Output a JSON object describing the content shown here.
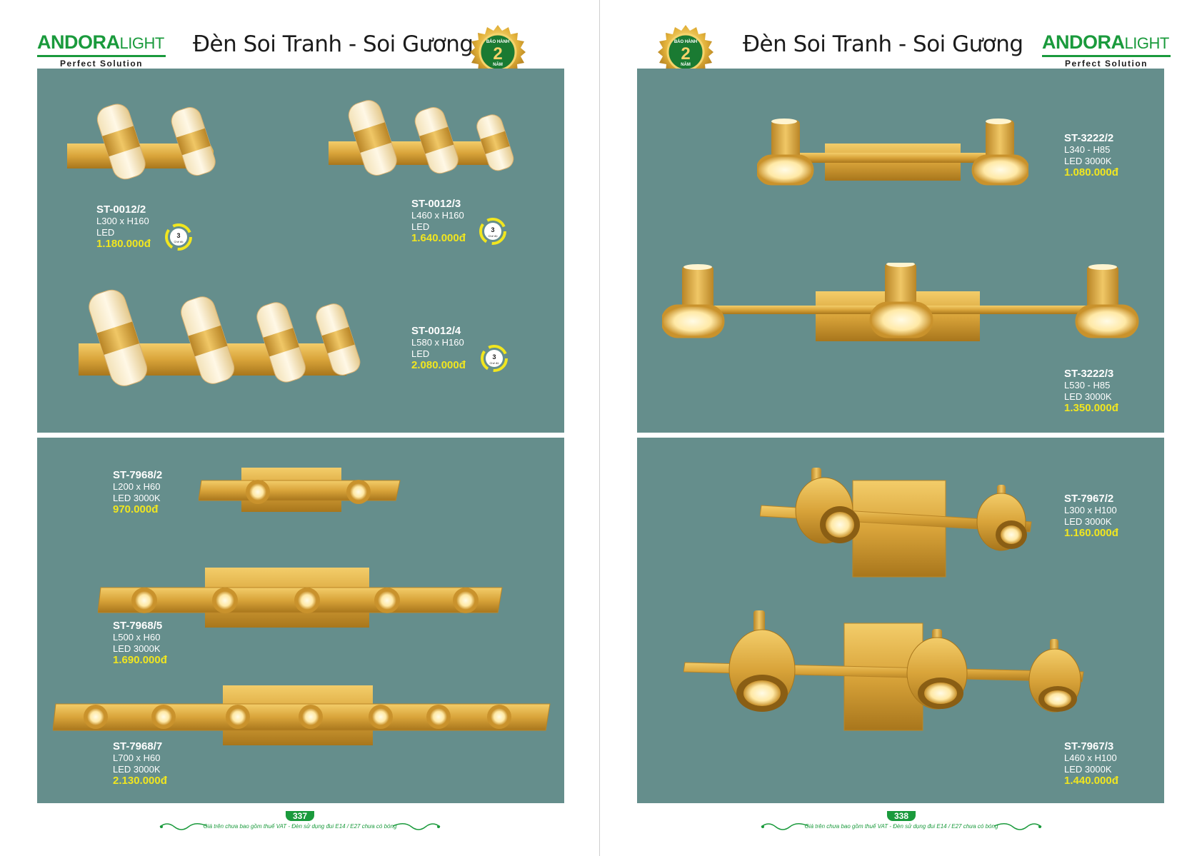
{
  "brand": {
    "name": "ANDORA",
    "suffix": "LIGHT",
    "tagline": "Perfect Solution"
  },
  "catalog_title": "Đèn Soi Tranh - Soi Gương",
  "warranty": {
    "top": "BẢO HÀNH",
    "number": "2",
    "bottom": "NĂM"
  },
  "mode_badge": {
    "number": "3",
    "label": "Chế độ"
  },
  "footer_note": "Giá trên chưa bao gồm thuế VAT - Đèn sử dụng đui E14 / E27 chưa có bóng",
  "colors": {
    "brand_green": "#1a9a3c",
    "panel": "#658e8c",
    "price_yellow": "#f1e61f",
    "gold": "#d9a43a"
  },
  "left_page": {
    "number": "337",
    "products": [
      {
        "code": "ST-0012/2",
        "size": "L300 x H160",
        "light": "LED",
        "price": "1.180.000đ"
      },
      {
        "code": "ST-0012/3",
        "size": "L460 x H160",
        "light": "LED",
        "price": "1.640.000đ"
      },
      {
        "code": "ST-0012/4",
        "size": "L580 x H160",
        "light": "LED",
        "price": "2.080.000đ"
      },
      {
        "code": "ST-7968/2",
        "size": "L200 x H60",
        "light": "LED 3000K",
        "price": "970.000đ"
      },
      {
        "code": "ST-7968/5",
        "size": "L500 x H60",
        "light": "LED 3000K",
        "price": "1.690.000đ"
      },
      {
        "code": "ST-7968/7",
        "size": "L700 x H60",
        "light": "LED 3000K",
        "price": "2.130.000đ"
      }
    ]
  },
  "right_page": {
    "number": "338",
    "products": [
      {
        "code": "ST-3222/2",
        "size": "L340 - H85",
        "light": "LED 3000K",
        "price": "1.080.000đ"
      },
      {
        "code": "ST-3222/3",
        "size": "L530 - H85",
        "light": "LED 3000K",
        "price": "1.350.000đ"
      },
      {
        "code": "ST-7967/2",
        "size": "L300 x H100",
        "light": "LED 3000K",
        "price": "1.160.000đ"
      },
      {
        "code": "ST-7967/3",
        "size": "L460 x H100",
        "light": "LED 3000K",
        "price": "1.440.000đ"
      }
    ]
  }
}
